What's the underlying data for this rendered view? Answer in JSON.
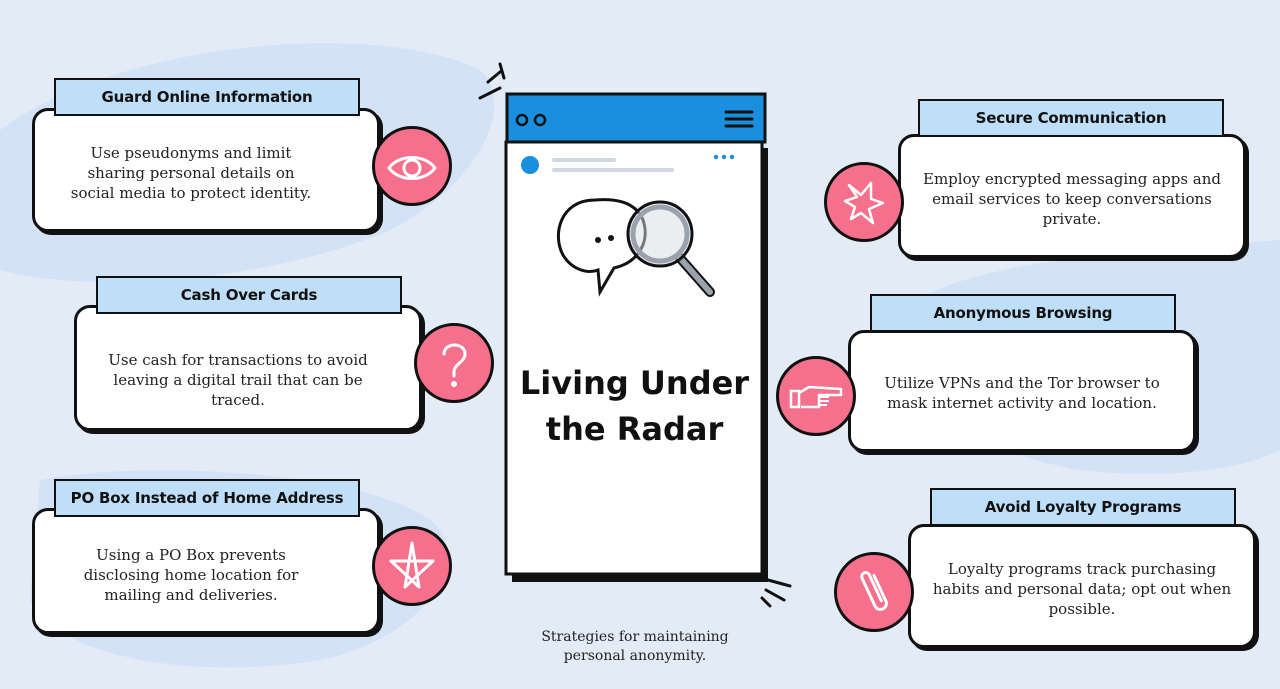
{
  "title": "Living Under the Radar",
  "caption": "Strategies for maintaining personal anonymity.",
  "strategies": [
    {
      "title": "Guard Online Information",
      "text": "Use pseudonyms and limit sharing personal details on social media to protect identity.",
      "icon": "eye-icon"
    },
    {
      "title": "Cash Over Cards",
      "text": "Use cash for transactions to avoid leaving a digital trail that can be traced.",
      "icon": "question-mark-icon"
    },
    {
      "title": "PO Box Instead of Home Address",
      "text": "Using a PO Box prevents disclosing home location for mailing and deliveries.",
      "icon": "star-icon"
    },
    {
      "title": "Secure Communication",
      "text": "Employ encrypted messaging apps and email services to keep conversations private.",
      "icon": "burst-icon"
    },
    {
      "title": "Anonymous Browsing",
      "text": "Utilize VPNs and the Tor browser to mask internet activity and location.",
      "icon": "pointing-hand-icon"
    },
    {
      "title": "Avoid Loyalty Programs",
      "text": "Loyalty programs track purchasing habits and personal data; opt out when possible.",
      "icon": "paperclip-icon"
    }
  ],
  "colors": {
    "background": "#e2ebf6",
    "tab": "#bfdef8",
    "icon_circle": "#f5708c",
    "phone_header": "#1a8fe0"
  }
}
